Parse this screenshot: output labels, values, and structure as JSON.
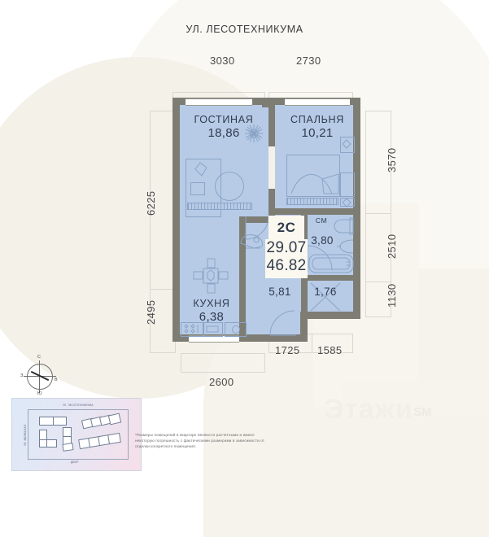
{
  "header": {
    "street_label": "УЛ. ЛЕСОТЕХНИКУМА"
  },
  "badge": {
    "apartment_type": "2С",
    "living_area": "29.07",
    "total_area": "46.82"
  },
  "rooms": [
    {
      "key": "living",
      "name": "ГОСТИНАЯ",
      "area": "18,86"
    },
    {
      "key": "bedroom",
      "name": "СПАЛЬНЯ",
      "area": "10,21"
    },
    {
      "key": "kitchen",
      "name": "КУХНЯ",
      "area": "6,38"
    },
    {
      "key": "bath",
      "name": "СМ",
      "area": "3,80"
    },
    {
      "key": "hall",
      "name": "",
      "area": "5,81"
    },
    {
      "key": "closet",
      "name": "",
      "area": "1,76"
    }
  ],
  "dimensions": {
    "top": [
      "3030",
      "2730"
    ],
    "left": [
      "6225",
      "2495"
    ],
    "right": [
      "3570",
      "2510",
      "1130"
    ],
    "bottom_inner": [
      "1725",
      "1585"
    ],
    "bottom_outer": [
      "2600"
    ]
  },
  "compass": {
    "north": "С",
    "south": "Ю",
    "west": "З",
    "east": "В"
  },
  "sitemap": {
    "top_label": "УЛ. ЛЕСОТЕХНИКУМА",
    "left_label": "УЛ. ВОЛЖСКАЯ",
    "bottom_label": "ДВОР"
  },
  "disclaimer": "*Размеры помещений в квартире являются расчётными и имеют некоторую погрешность с фактическими размерами в зависимости от отделки конкретного помещения.",
  "watermark": {
    "text": "Этажи",
    "suffix": "SM"
  },
  "colors": {
    "floor": "#b7cbe7",
    "wall": "#7e7d74",
    "badge_bg": "#fbf8ef",
    "furniture_stroke": "#8ba4c6",
    "dimension_text": "#4a4a4a"
  }
}
